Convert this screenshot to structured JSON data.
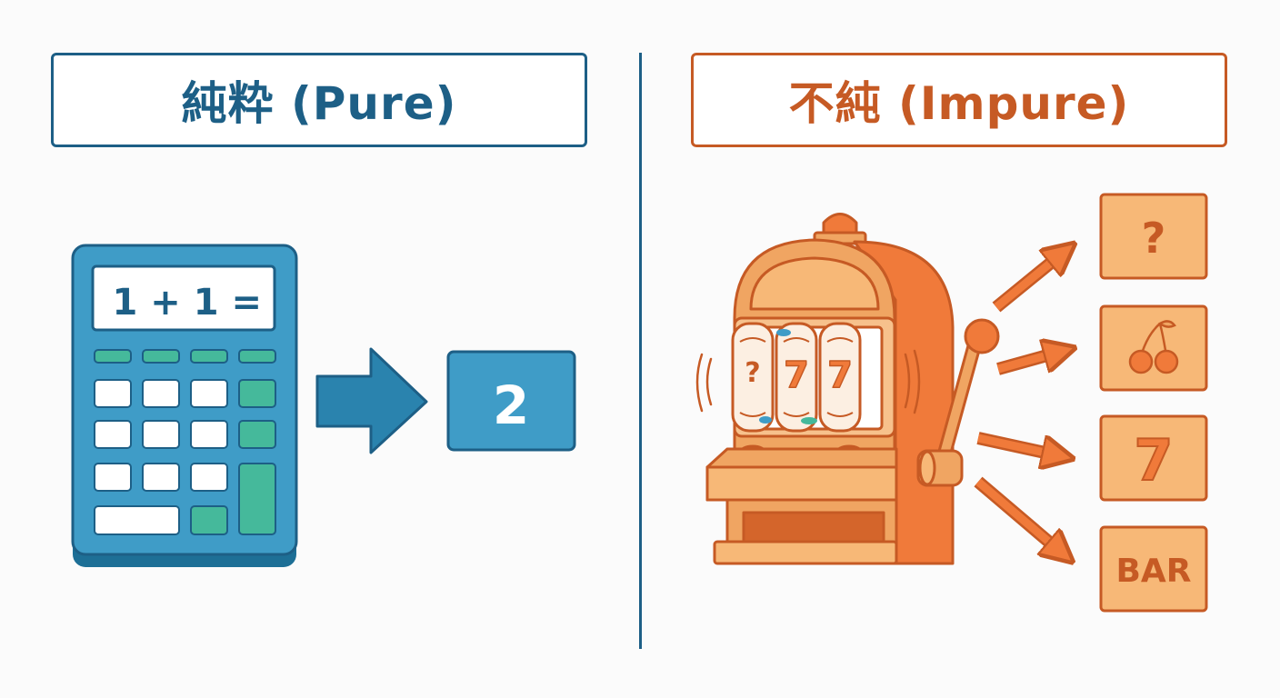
{
  "pure": {
    "title": "純粋 (Pure)",
    "calculator_display": "1 + 1 =",
    "result": "2",
    "colors": {
      "main": "#1d5f86",
      "fill": "#3f9cc7",
      "accent": "#45b99b"
    }
  },
  "impure": {
    "title": "不純 (Impure)",
    "reels": [
      "?",
      "7",
      "7"
    ],
    "outcomes": [
      {
        "label": "?",
        "icon": "question-mark"
      },
      {
        "label": "",
        "icon": "cherries-icon"
      },
      {
        "label": "7",
        "icon": "seven"
      },
      {
        "label": "BAR",
        "icon": "bar"
      }
    ],
    "colors": {
      "main": "#c65a24",
      "fill": "#f0a562",
      "accent": "#f07a3a"
    }
  }
}
